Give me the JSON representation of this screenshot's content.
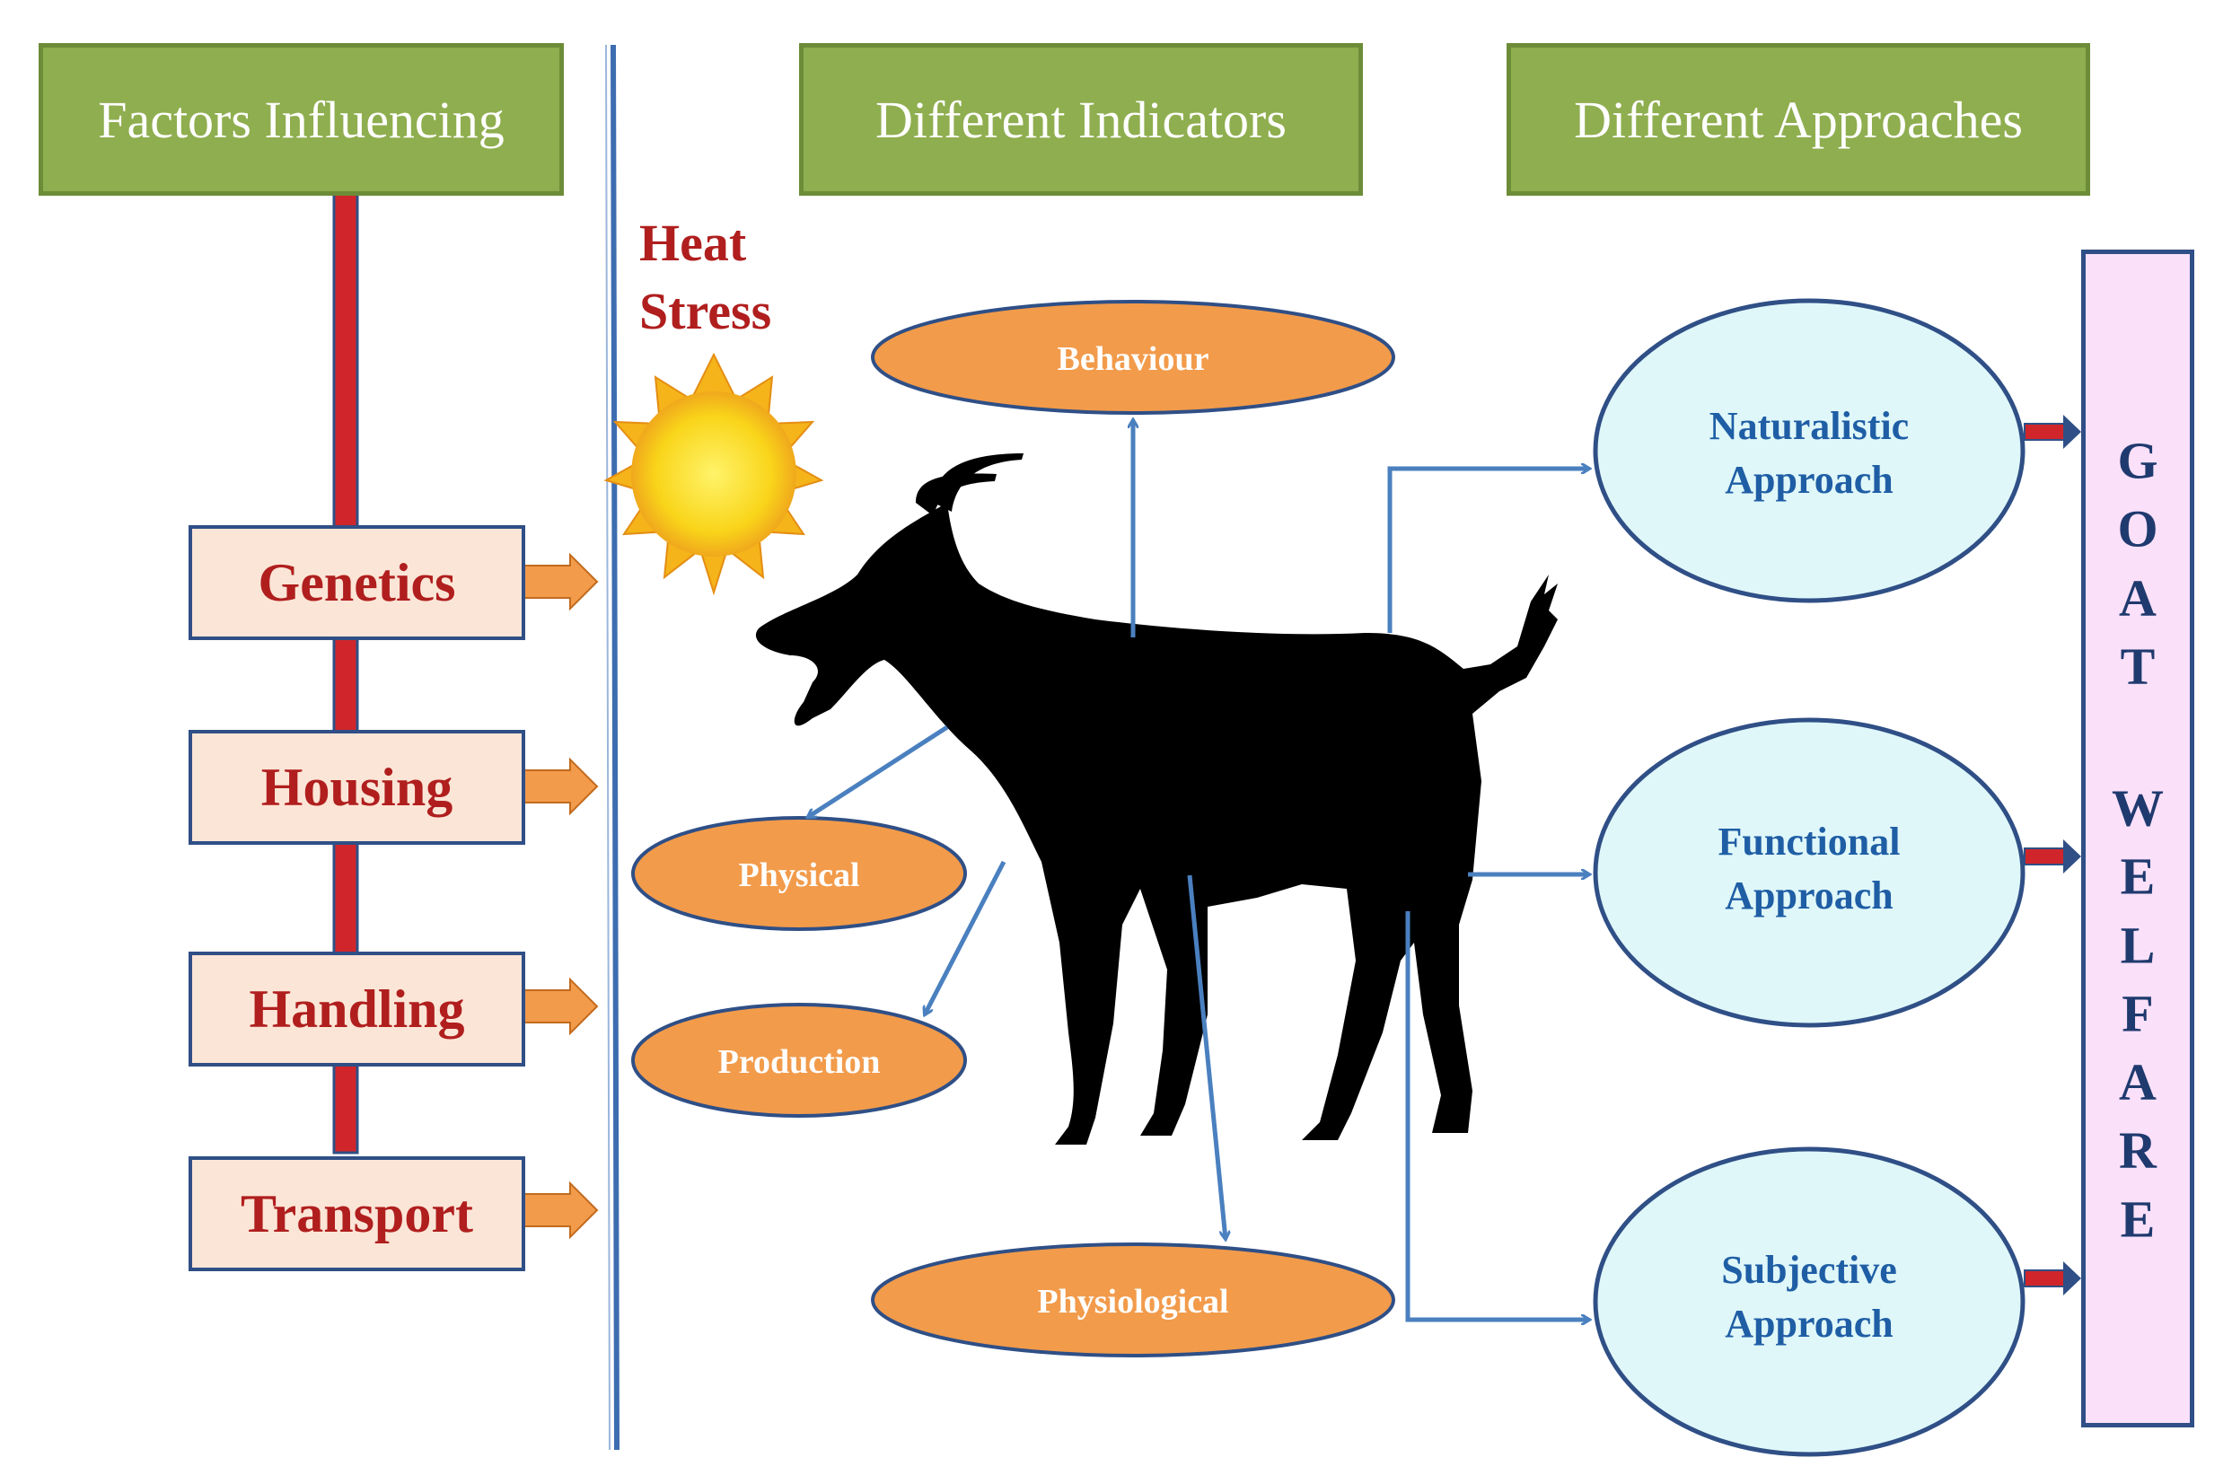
{
  "headers": {
    "factors": "Factors Influencing",
    "indicators": "Different Indicators",
    "approaches": "Different Approaches"
  },
  "heat_stress": {
    "line1": "Heat",
    "line2": "Stress"
  },
  "factors": [
    "Genetics",
    "Housing",
    "Handling",
    "Transport"
  ],
  "indicators": {
    "behaviour": "Behaviour",
    "physical": "Physical",
    "production": "Production",
    "physiological": "Physiological"
  },
  "approaches": [
    {
      "line1": "Naturalistic",
      "line2": "Approach"
    },
    {
      "line1": "Functional",
      "line2": "Approach"
    },
    {
      "line1": "Subjective",
      "line2": "Approach"
    }
  ],
  "welfare": {
    "word1": [
      "G",
      "O",
      "A",
      "T"
    ],
    "word2": [
      "W",
      "E",
      "L",
      "F",
      "A",
      "R",
      "E"
    ]
  },
  "colors": {
    "header_fill": "#8fae4f",
    "factor_text": "#b01e1e",
    "factor_fill": "#fbe5d6",
    "indicator_fill": "#f29b4b",
    "approach_fill": "#dff7f9",
    "approach_text": "#1f5ea5",
    "welfare_fill": "#fbe0fa",
    "connector_red": "#d0262b",
    "arrow_blue": "#4a80bf",
    "divider_blue": "#3d6db0",
    "sun_yellow": "#f7d11b"
  },
  "icons": {
    "sun": "sun-icon",
    "goat": "goat-silhouette-icon"
  }
}
